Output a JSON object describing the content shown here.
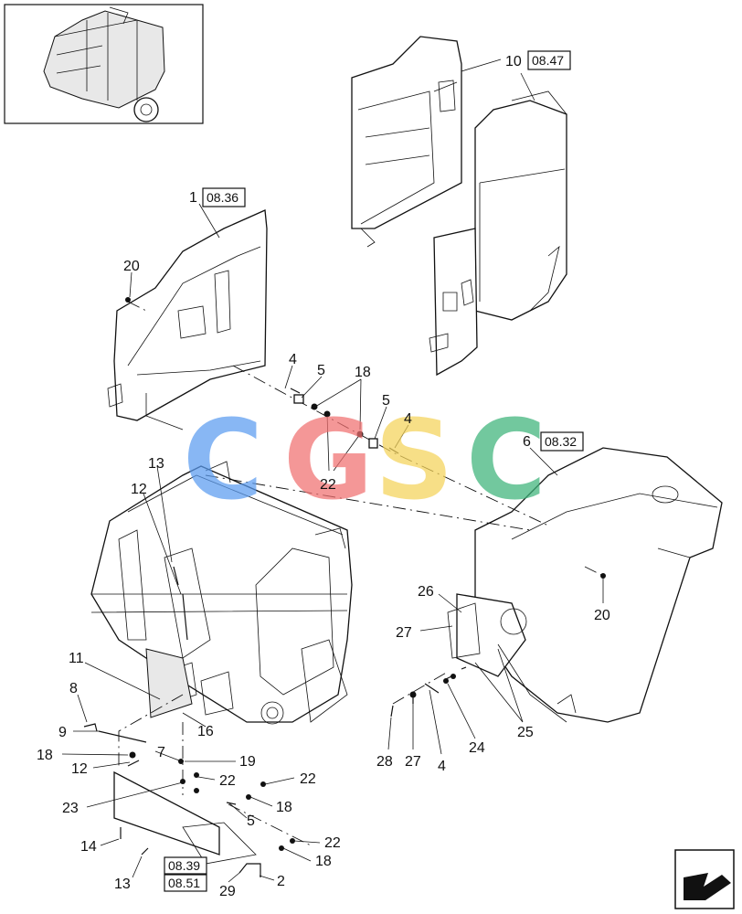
{
  "callouts": [
    {
      "id": "c1",
      "text": "1"
    },
    {
      "id": "c10",
      "text": "10"
    },
    {
      "id": "c20a",
      "text": "20"
    },
    {
      "id": "c4a",
      "text": "4"
    },
    {
      "id": "c5a",
      "text": "5"
    },
    {
      "id": "c18a",
      "text": "18"
    },
    {
      "id": "c5b",
      "text": "5"
    },
    {
      "id": "c4b",
      "text": "4"
    },
    {
      "id": "c22a",
      "text": "22"
    },
    {
      "id": "c6",
      "text": "6"
    },
    {
      "id": "c13a",
      "text": "13"
    },
    {
      "id": "c12a",
      "text": "12"
    },
    {
      "id": "c26",
      "text": "26"
    },
    {
      "id": "c27a",
      "text": "27"
    },
    {
      "id": "c20b",
      "text": "20"
    },
    {
      "id": "c11",
      "text": "11"
    },
    {
      "id": "c8",
      "text": "8"
    },
    {
      "id": "c9",
      "text": "9"
    },
    {
      "id": "c16",
      "text": "16"
    },
    {
      "id": "c18b",
      "text": "18"
    },
    {
      "id": "c7",
      "text": "7"
    },
    {
      "id": "c12b",
      "text": "12"
    },
    {
      "id": "c19",
      "text": "19"
    },
    {
      "id": "c22b",
      "text": "22"
    },
    {
      "id": "c22c",
      "text": "22"
    },
    {
      "id": "c23",
      "text": "23"
    },
    {
      "id": "c18c",
      "text": "18"
    },
    {
      "id": "c5c",
      "text": "5"
    },
    {
      "id": "c14",
      "text": "14"
    },
    {
      "id": "c22d",
      "text": "22"
    },
    {
      "id": "c18d",
      "text": "18"
    },
    {
      "id": "c13b",
      "text": "13"
    },
    {
      "id": "c29",
      "text": "29"
    },
    {
      "id": "c2",
      "text": "2"
    },
    {
      "id": "c28",
      "text": "28"
    },
    {
      "id": "c27b",
      "text": "27"
    },
    {
      "id": "c4c",
      "text": "4"
    },
    {
      "id": "c24",
      "text": "24"
    },
    {
      "id": "c25",
      "text": "25"
    }
  ],
  "references": [
    {
      "id": "r1",
      "text": "08.36"
    },
    {
      "id": "r10",
      "text": "08.47"
    },
    {
      "id": "r6",
      "text": "08.32"
    },
    {
      "id": "r39",
      "text": "08.39"
    },
    {
      "id": "r51",
      "text": "08.51"
    }
  ],
  "watermark": {
    "letters": [
      "C",
      "G",
      "S",
      "C"
    ],
    "colors": [
      "#5b9cf0",
      "#f07070",
      "#f5d35a",
      "#3db37a"
    ]
  },
  "colors": {
    "line": "#111111",
    "background": "#ffffff"
  },
  "icons": {
    "next_page": "next-page-arrow-icon",
    "overview": "machine-overview-thumbnail"
  }
}
